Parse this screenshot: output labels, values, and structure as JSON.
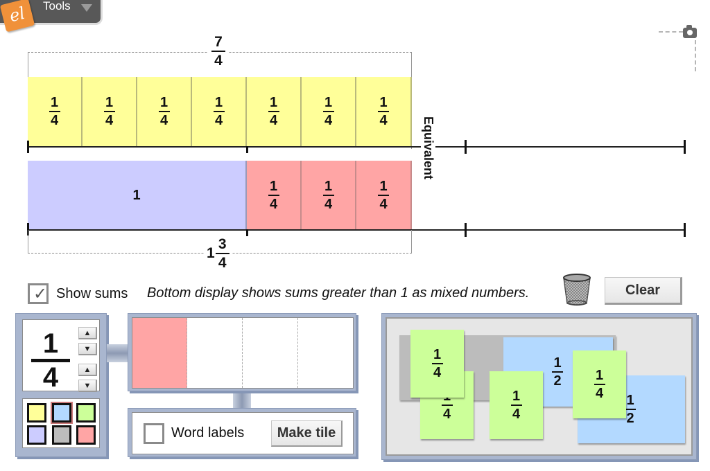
{
  "toolbar": {
    "logo_text": "el",
    "tools_label": "Tools"
  },
  "camera": {
    "icon": "camera-icon"
  },
  "top_row": {
    "sum": {
      "num": "7",
      "den": "4"
    },
    "tiles": [
      {
        "num": "1",
        "den": "4",
        "color": "yellow"
      },
      {
        "num": "1",
        "den": "4",
        "color": "yellow"
      },
      {
        "num": "1",
        "den": "4",
        "color": "yellow"
      },
      {
        "num": "1",
        "den": "4",
        "color": "yellow"
      },
      {
        "num": "1",
        "den": "4",
        "color": "yellow"
      },
      {
        "num": "1",
        "den": "4",
        "color": "yellow"
      },
      {
        "num": "1",
        "den": "4",
        "color": "yellow"
      }
    ]
  },
  "bottom_row": {
    "sum": {
      "whole": "1",
      "num": "3",
      "den": "4"
    },
    "tiles": [
      {
        "whole": "1",
        "color": "lavender"
      },
      {
        "num": "1",
        "den": "4",
        "color": "pink"
      },
      {
        "num": "1",
        "den": "4",
        "color": "pink"
      },
      {
        "num": "1",
        "den": "4",
        "color": "pink"
      }
    ]
  },
  "equivalent_label": "Equivalent",
  "controls": {
    "show_sums_label": "Show sums",
    "show_sums_checked": true,
    "hint": "Bottom display shows sums greater than 1 as mixed numbers.",
    "clear_label": "Clear"
  },
  "tile_maker": {
    "fraction": {
      "num": "1",
      "den": "4"
    },
    "spinner_up": "▲",
    "spinner_down": "▼",
    "colors": [
      {
        "name": "yellow",
        "hex": "#ffff99",
        "selected": false
      },
      {
        "name": "blue",
        "hex": "#b3d9ff",
        "selected": true
      },
      {
        "name": "green",
        "hex": "#ccff99",
        "selected": false
      },
      {
        "name": "lavender",
        "hex": "#ccccff",
        "selected": false
      },
      {
        "name": "gray",
        "hex": "#bcbcbc",
        "selected": false
      },
      {
        "name": "pink",
        "hex": "#ffa5a5",
        "selected": false
      }
    ],
    "preview_fill_color": "#ffa5a5",
    "preview_parts": 4,
    "preview_filled": 1,
    "word_labels_label": "Word labels",
    "word_labels_checked": false,
    "make_tile_label": "Make tile"
  },
  "bin_tiles": [
    {
      "color": "gray",
      "label": ""
    },
    {
      "color": "blue",
      "num": "1",
      "den": "2"
    },
    {
      "color": "blue",
      "num": "1",
      "den": "2"
    },
    {
      "color": "green",
      "num": "1",
      "den": "4"
    },
    {
      "color": "green",
      "num": "1",
      "den": "4"
    },
    {
      "color": "green",
      "num": "1",
      "den": "4"
    },
    {
      "color": "green",
      "num": "1",
      "den": "4"
    }
  ]
}
